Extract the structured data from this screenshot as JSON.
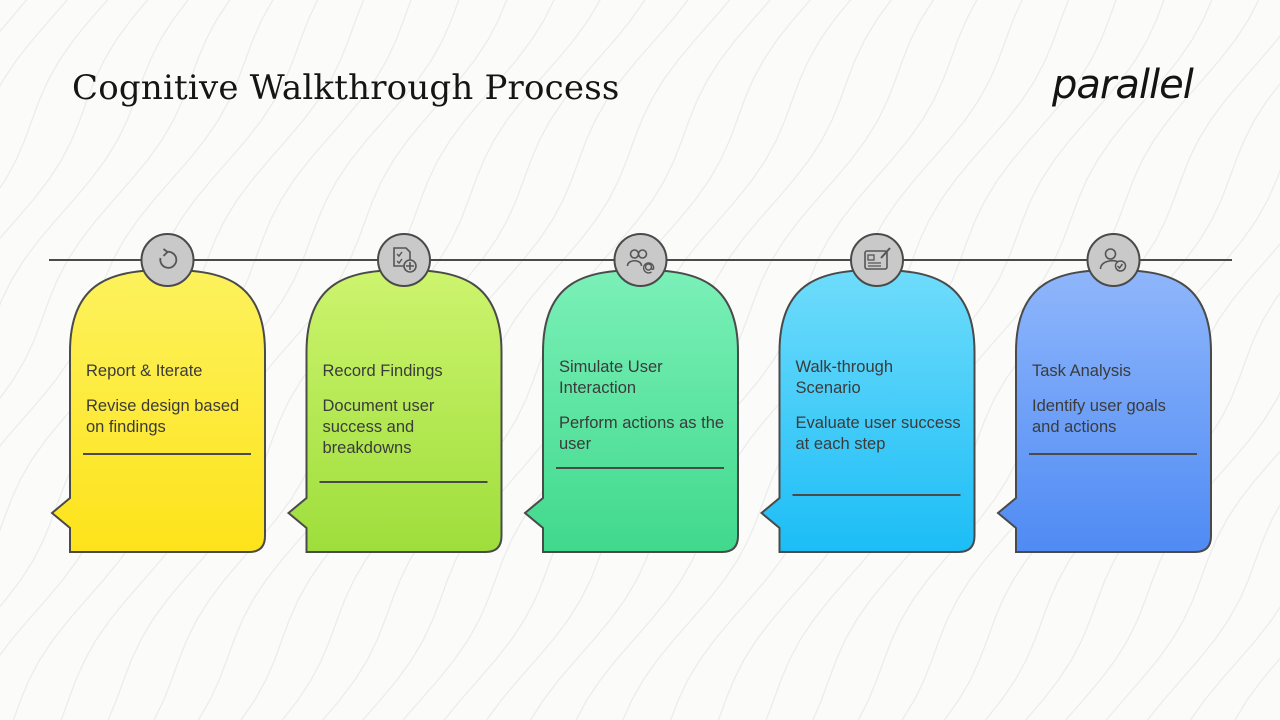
{
  "header": {
    "title": "Cognitive Walkthrough Process",
    "logo_text": "parallel"
  },
  "steps": [
    {
      "title": "Report & Iterate",
      "description": "Revise design based on findings",
      "icon": "refresh-icon",
      "color_top": "#fdf25e",
      "color_bottom": "#fde31a"
    },
    {
      "title": "Record Findings",
      "description": "Document user success and breakdowns",
      "icon": "document-check-icon",
      "color_top": "#cdf46e",
      "color_bottom": "#9ede3b"
    },
    {
      "title": "Simulate User Interaction",
      "description": "Perform actions as the user",
      "icon": "user-at-icon",
      "color_top": "#7bf0b8",
      "color_bottom": "#40d98c"
    },
    {
      "title": "Walk-through Scenario",
      "description": "Evaluate user success at each step",
      "icon": "drawing-tablet-icon",
      "color_top": "#6fdcfb",
      "color_bottom": "#1cbdf6"
    },
    {
      "title": "Task Analysis",
      "description": "Identify user goals and actions",
      "icon": "user-check-icon",
      "color_top": "#8fb6fb",
      "color_bottom": "#4f8bf4"
    }
  ],
  "colors": {
    "stroke": "#4a4a4a",
    "icon_circle": "#c9c9c9",
    "background": "#fbfbfa"
  }
}
